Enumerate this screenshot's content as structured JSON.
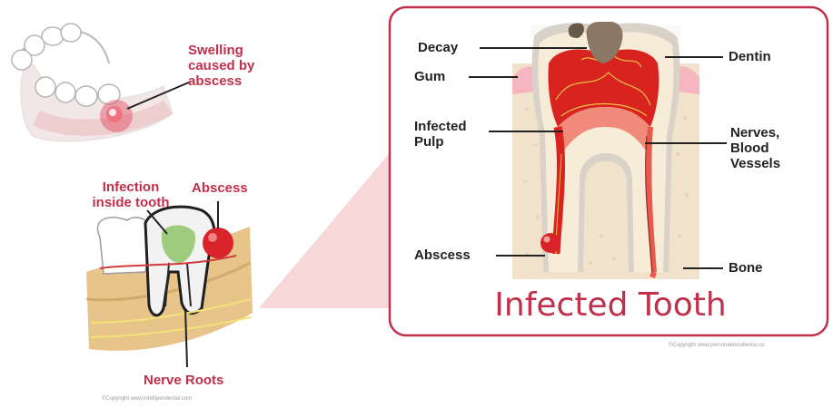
{
  "left_labels": {
    "swelling": "Swelling\ncaused by\nabscess",
    "infection_inside": "Infection\ninside tooth",
    "abscess": "Abscess",
    "nerve_roots": "Nerve Roots"
  },
  "right_labels": {
    "decay": "Decay",
    "gum": "Gum",
    "infected_pulp": "Infected\nPulp",
    "abscess": "Abscess",
    "dentin": "Dentin",
    "nerves": "Nerves,\nBlood\nVessels",
    "bone": "Bone"
  },
  "title": "Infected Tooth",
  "copyright_left": "©Copyright www.intellipendental.com",
  "copyright_right": "©Copyright www.personalexcellence.co",
  "colors": {
    "accent": "#c0304a",
    "frame": "#c0304a",
    "pulp": "#d8231f",
    "bone": "#f1e2cc",
    "gum": "#f6b6c0",
    "decay": "#8b7765",
    "ground": "#f4c9c9"
  }
}
